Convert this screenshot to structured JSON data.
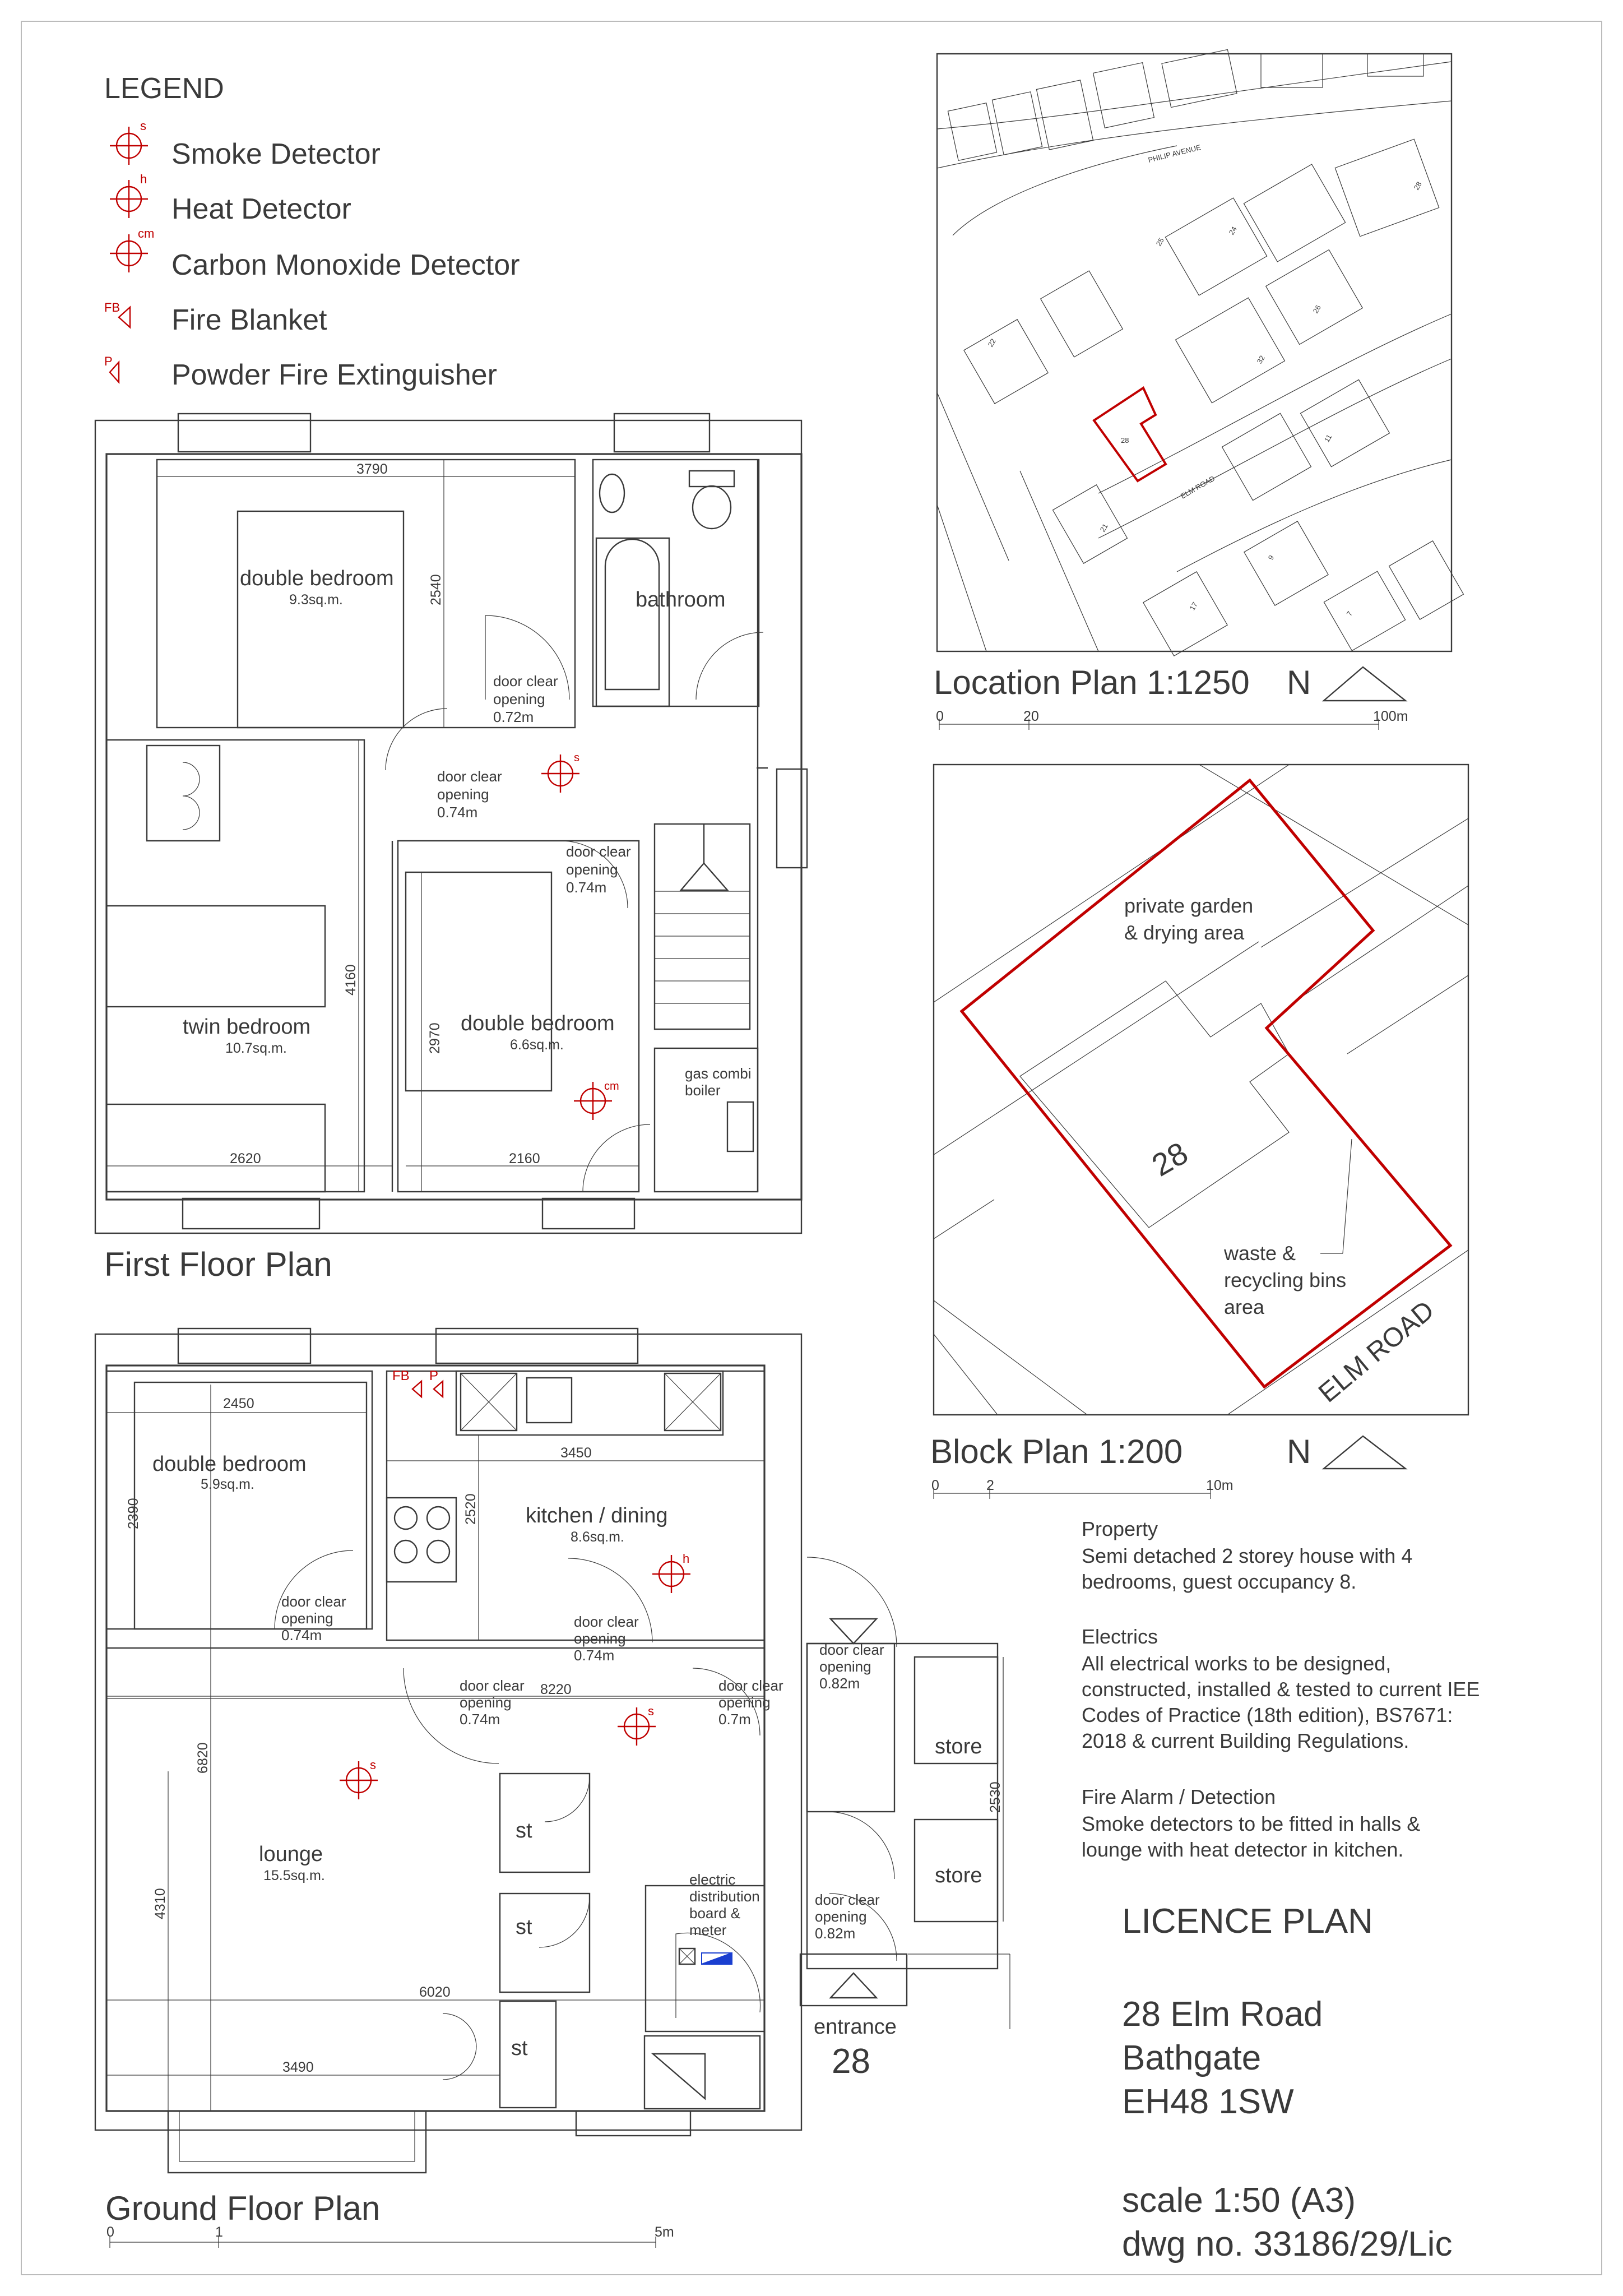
{
  "legend": {
    "title": "LEGEND",
    "items": [
      {
        "symbol": "s",
        "label": "Smoke Detector"
      },
      {
        "symbol": "h",
        "label": "Heat Detector"
      },
      {
        "symbol": "cm",
        "label": "Carbon Monoxide Detector"
      },
      {
        "symbol": "FB",
        "label": "Fire Blanket"
      },
      {
        "symbol": "P",
        "label": "Powder Fire Extinguisher"
      }
    ]
  },
  "first_floor": {
    "title": "First Floor Plan",
    "rooms": {
      "bed1": {
        "name": "double bedroom",
        "area": "9.3sq.m."
      },
      "bathroom": {
        "name": "bathroom"
      },
      "twin": {
        "name": "twin bedroom",
        "area": "10.7sq.m."
      },
      "bed2": {
        "name": "double bedroom",
        "area": "6.6sq.m."
      },
      "boiler": {
        "line1": "gas combi",
        "line2": "boiler"
      }
    },
    "dims": {
      "d3790": "3790",
      "d2540": "2540",
      "d4160": "4160",
      "d2970": "2970",
      "d2620": "2620",
      "d2160": "2160"
    },
    "doors": [
      {
        "l1": "door clear",
        "l2": "opening",
        "l3": "0.72m"
      },
      {
        "l1": "door clear",
        "l2": "opening",
        "l3": "0.74m"
      },
      {
        "l1": "door clear",
        "l2": "opening",
        "l3": "0.74m"
      }
    ],
    "detectors": {
      "smoke": "s",
      "co": "cm"
    }
  },
  "ground_floor": {
    "title": "Ground Floor Plan",
    "rooms": {
      "bed": {
        "name": "double bedroom",
        "area": "5.9sq.m."
      },
      "kitchen": {
        "name": "kitchen / dining",
        "area": "8.6sq.m."
      },
      "lounge": {
        "name": "lounge",
        "area": "15.5sq.m."
      },
      "st1": "st",
      "st2": "st",
      "st3": "st",
      "store1": "store",
      "store2": "store",
      "electric": [
        "electric",
        "distribution",
        "board &",
        "meter"
      ],
      "entrance": "entrance",
      "number": "28"
    },
    "dims": {
      "d2450": "2450",
      "d2390": "2390",
      "d3450": "3450",
      "d2520": "2520",
      "d8220": "8220",
      "d6820": "6820",
      "d4310": "4310",
      "d6020": "6020",
      "d3490": "3490",
      "d2530": "2530"
    },
    "doors": [
      {
        "l1": "door clear",
        "l2": "opening",
        "l3": "0.74m"
      },
      {
        "l1": "door clear",
        "l2": "opening",
        "l3": "0.74m"
      },
      {
        "l1": "door clear",
        "l2": "opening",
        "l3": "0.74m"
      },
      {
        "l1": "door clear",
        "l2": "opening",
        "l3": "0.7m"
      },
      {
        "l1": "door clear",
        "l2": "opening",
        "l3": "0.82m"
      },
      {
        "l1": "door clear",
        "l2": "opening",
        "l3": "0.82m"
      }
    ],
    "detectors": {
      "smoke": "s",
      "heat": "h",
      "fb": "FB",
      "p": "P"
    },
    "scale": {
      "s0": "0",
      "s1": "1",
      "s5": "5m"
    }
  },
  "location_plan": {
    "title": "Location Plan 1:1250",
    "north": "N",
    "scale": {
      "s0": "0",
      "s20": "20",
      "s100": "100m"
    },
    "labels": {
      "road": "PHILIP AVENUE",
      "elm": "ELM ROAD",
      "plot": "28",
      "n1": "22",
      "n2": "21",
      "n3": "17",
      "n4": "11",
      "n5": "9",
      "n6": "7",
      "n7": "32",
      "n8": "26",
      "n9": "24",
      "n10": "25",
      "n11": "28"
    }
  },
  "block_plan": {
    "title": "Block Plan 1:200",
    "north": "N",
    "number": "28",
    "garden1": "private garden",
    "garden2": "& drying area",
    "waste1": "waste &",
    "waste2": "recycling bins",
    "waste3": "area",
    "road": "ELM ROAD",
    "scale": {
      "s0": "0",
      "s2": "2",
      "s10": "10m"
    }
  },
  "notes": {
    "property_h": "Property",
    "property_1": "Semi detached 2 storey house with 4",
    "property_2": "bedrooms, guest occupancy 8.",
    "electrics_h": "Electrics",
    "electrics_1": "All electrical works to be designed,",
    "electrics_2": "constructed, installed & tested to current IEE",
    "electrics_3": "Codes of Practice (18th edition), BS7671:",
    "electrics_4": "2018 & current Building Regulations.",
    "fire_h": "Fire Alarm / Detection",
    "fire_1": "Smoke detectors to be fitted in halls &",
    "fire_2": "lounge with heat detector in kitchen."
  },
  "title_block": {
    "title": "LICENCE PLAN",
    "addr1": "28 Elm Road",
    "addr2": "Bathgate",
    "addr3": "EH48 1SW",
    "scale": "scale 1:50 (A3)",
    "dwg": "dwg no. 33186/29/Lic"
  }
}
